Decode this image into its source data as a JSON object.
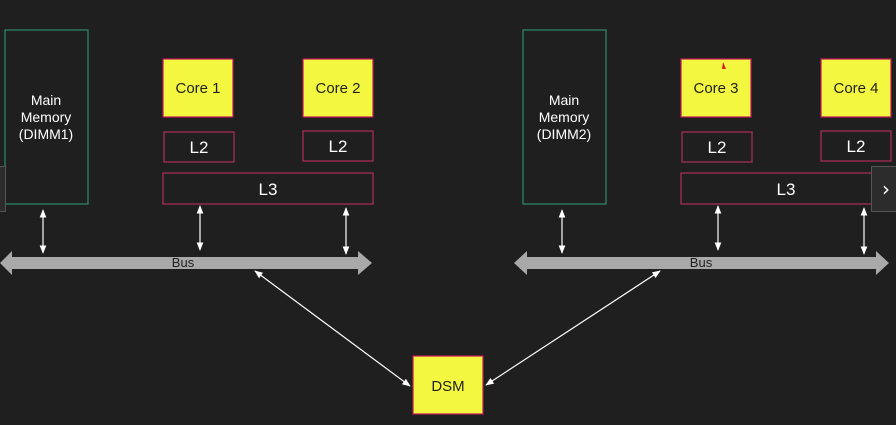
{
  "nodes": {
    "mem1": "Main\nMemory\n(DIMM1)",
    "mem2": "Main\nMemory\n(DIMM2)",
    "core1": "Core 1",
    "core2": "Core 2",
    "core3": "Core 3",
    "core4": "Core 4",
    "l2_1": "L2",
    "l2_2": "L2",
    "l2_3": "L2",
    "l2_4": "L2",
    "l3_left": "L3",
    "l3_right": "L3",
    "bus_left": "Bus",
    "bus_right": "Bus",
    "dsm": "DSM"
  },
  "nav": {
    "prev_icon": "chevron-left-icon",
    "next_icon": "chevron-right-icon",
    "next_glyph": "›"
  },
  "colors": {
    "background": "#1f1f1f",
    "core_fill": "#f4f740",
    "core_border": "#c2185b",
    "cache_border": "#b0305a",
    "memory_border": "#2e8b6e",
    "bus": "#a9a9a9",
    "arrow": "#ffffff"
  }
}
